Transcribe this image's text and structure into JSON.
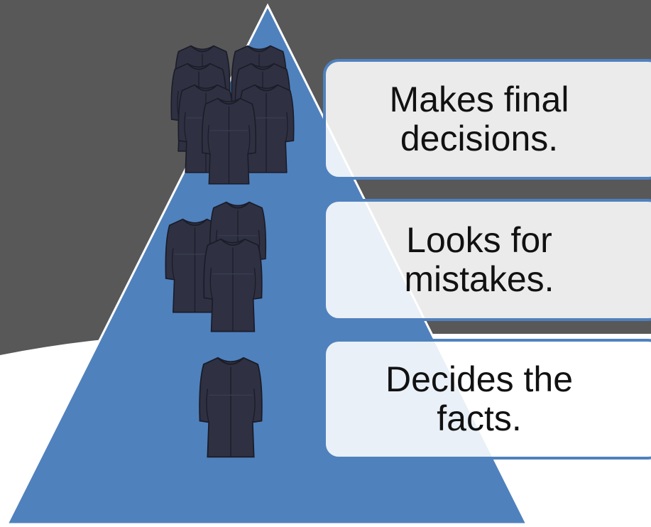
{
  "colors": {
    "dark_background": "#585858",
    "pyramid_fill": "#4f81bd",
    "robe_fill": "#2f3142",
    "callout_border": "#4f81bd"
  },
  "tiers": [
    {
      "label": "Makes final decisions.",
      "line1": "Makes final",
      "line2": "decisions.",
      "robe_count": 7,
      "icon": "judge-robe-icon"
    },
    {
      "label": "Looks for mistakes.",
      "line1": "Looks for",
      "line2": "mistakes.",
      "robe_count": 3,
      "icon": "judge-robe-icon"
    },
    {
      "label": "Decides the facts.",
      "line1": "Decides the",
      "line2": "facts.",
      "robe_count": 1,
      "icon": "judge-robe-icon"
    }
  ]
}
